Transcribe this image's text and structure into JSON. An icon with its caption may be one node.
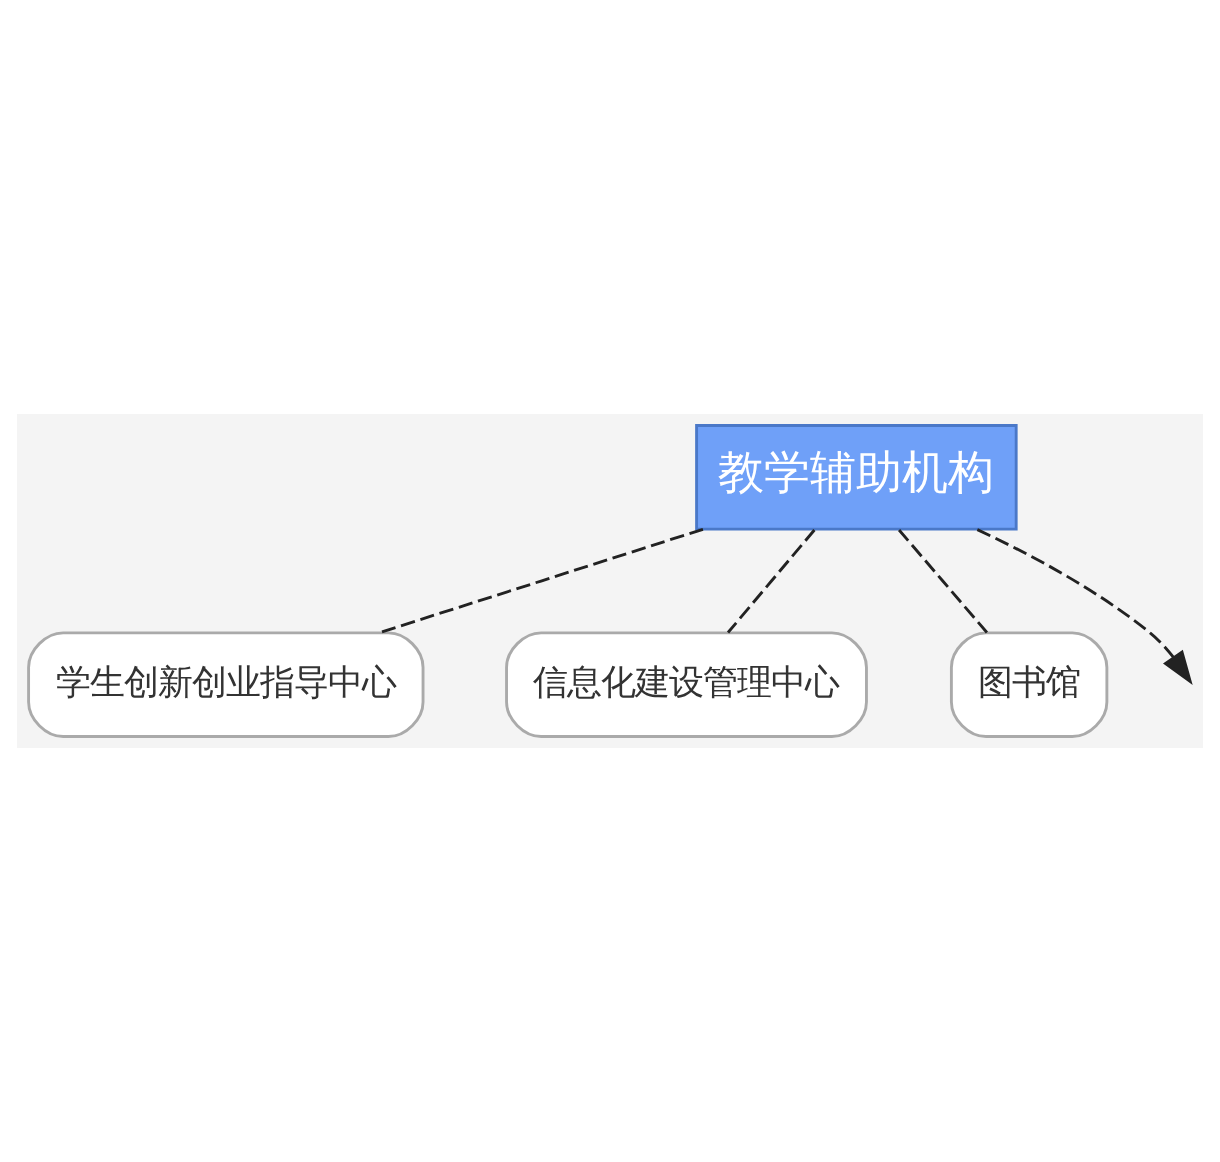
{
  "diagram": {
    "nodes": [
      {
        "text": [
          "教学辅助机构"
        ]
      },
      {
        "text": [
          "学生创新创业指导中心"
        ]
      },
      {
        "text": [
          "信息化建设管理中心"
        ]
      },
      {
        "text": [
          "图书馆"
        ]
      }
    ],
    "edges": [
      {
        "from": 0,
        "to": 1,
        "arrow": "none",
        "style": "dashed"
      },
      {
        "from": 0,
        "to": 2,
        "arrow": "none",
        "style": "dashed"
      },
      {
        "from": 0,
        "to": 3,
        "arrow": "none",
        "style": "dashed"
      },
      {
        "from": 0,
        "to": null,
        "arrow": "to",
        "style": "dashed"
      }
    ]
  }
}
